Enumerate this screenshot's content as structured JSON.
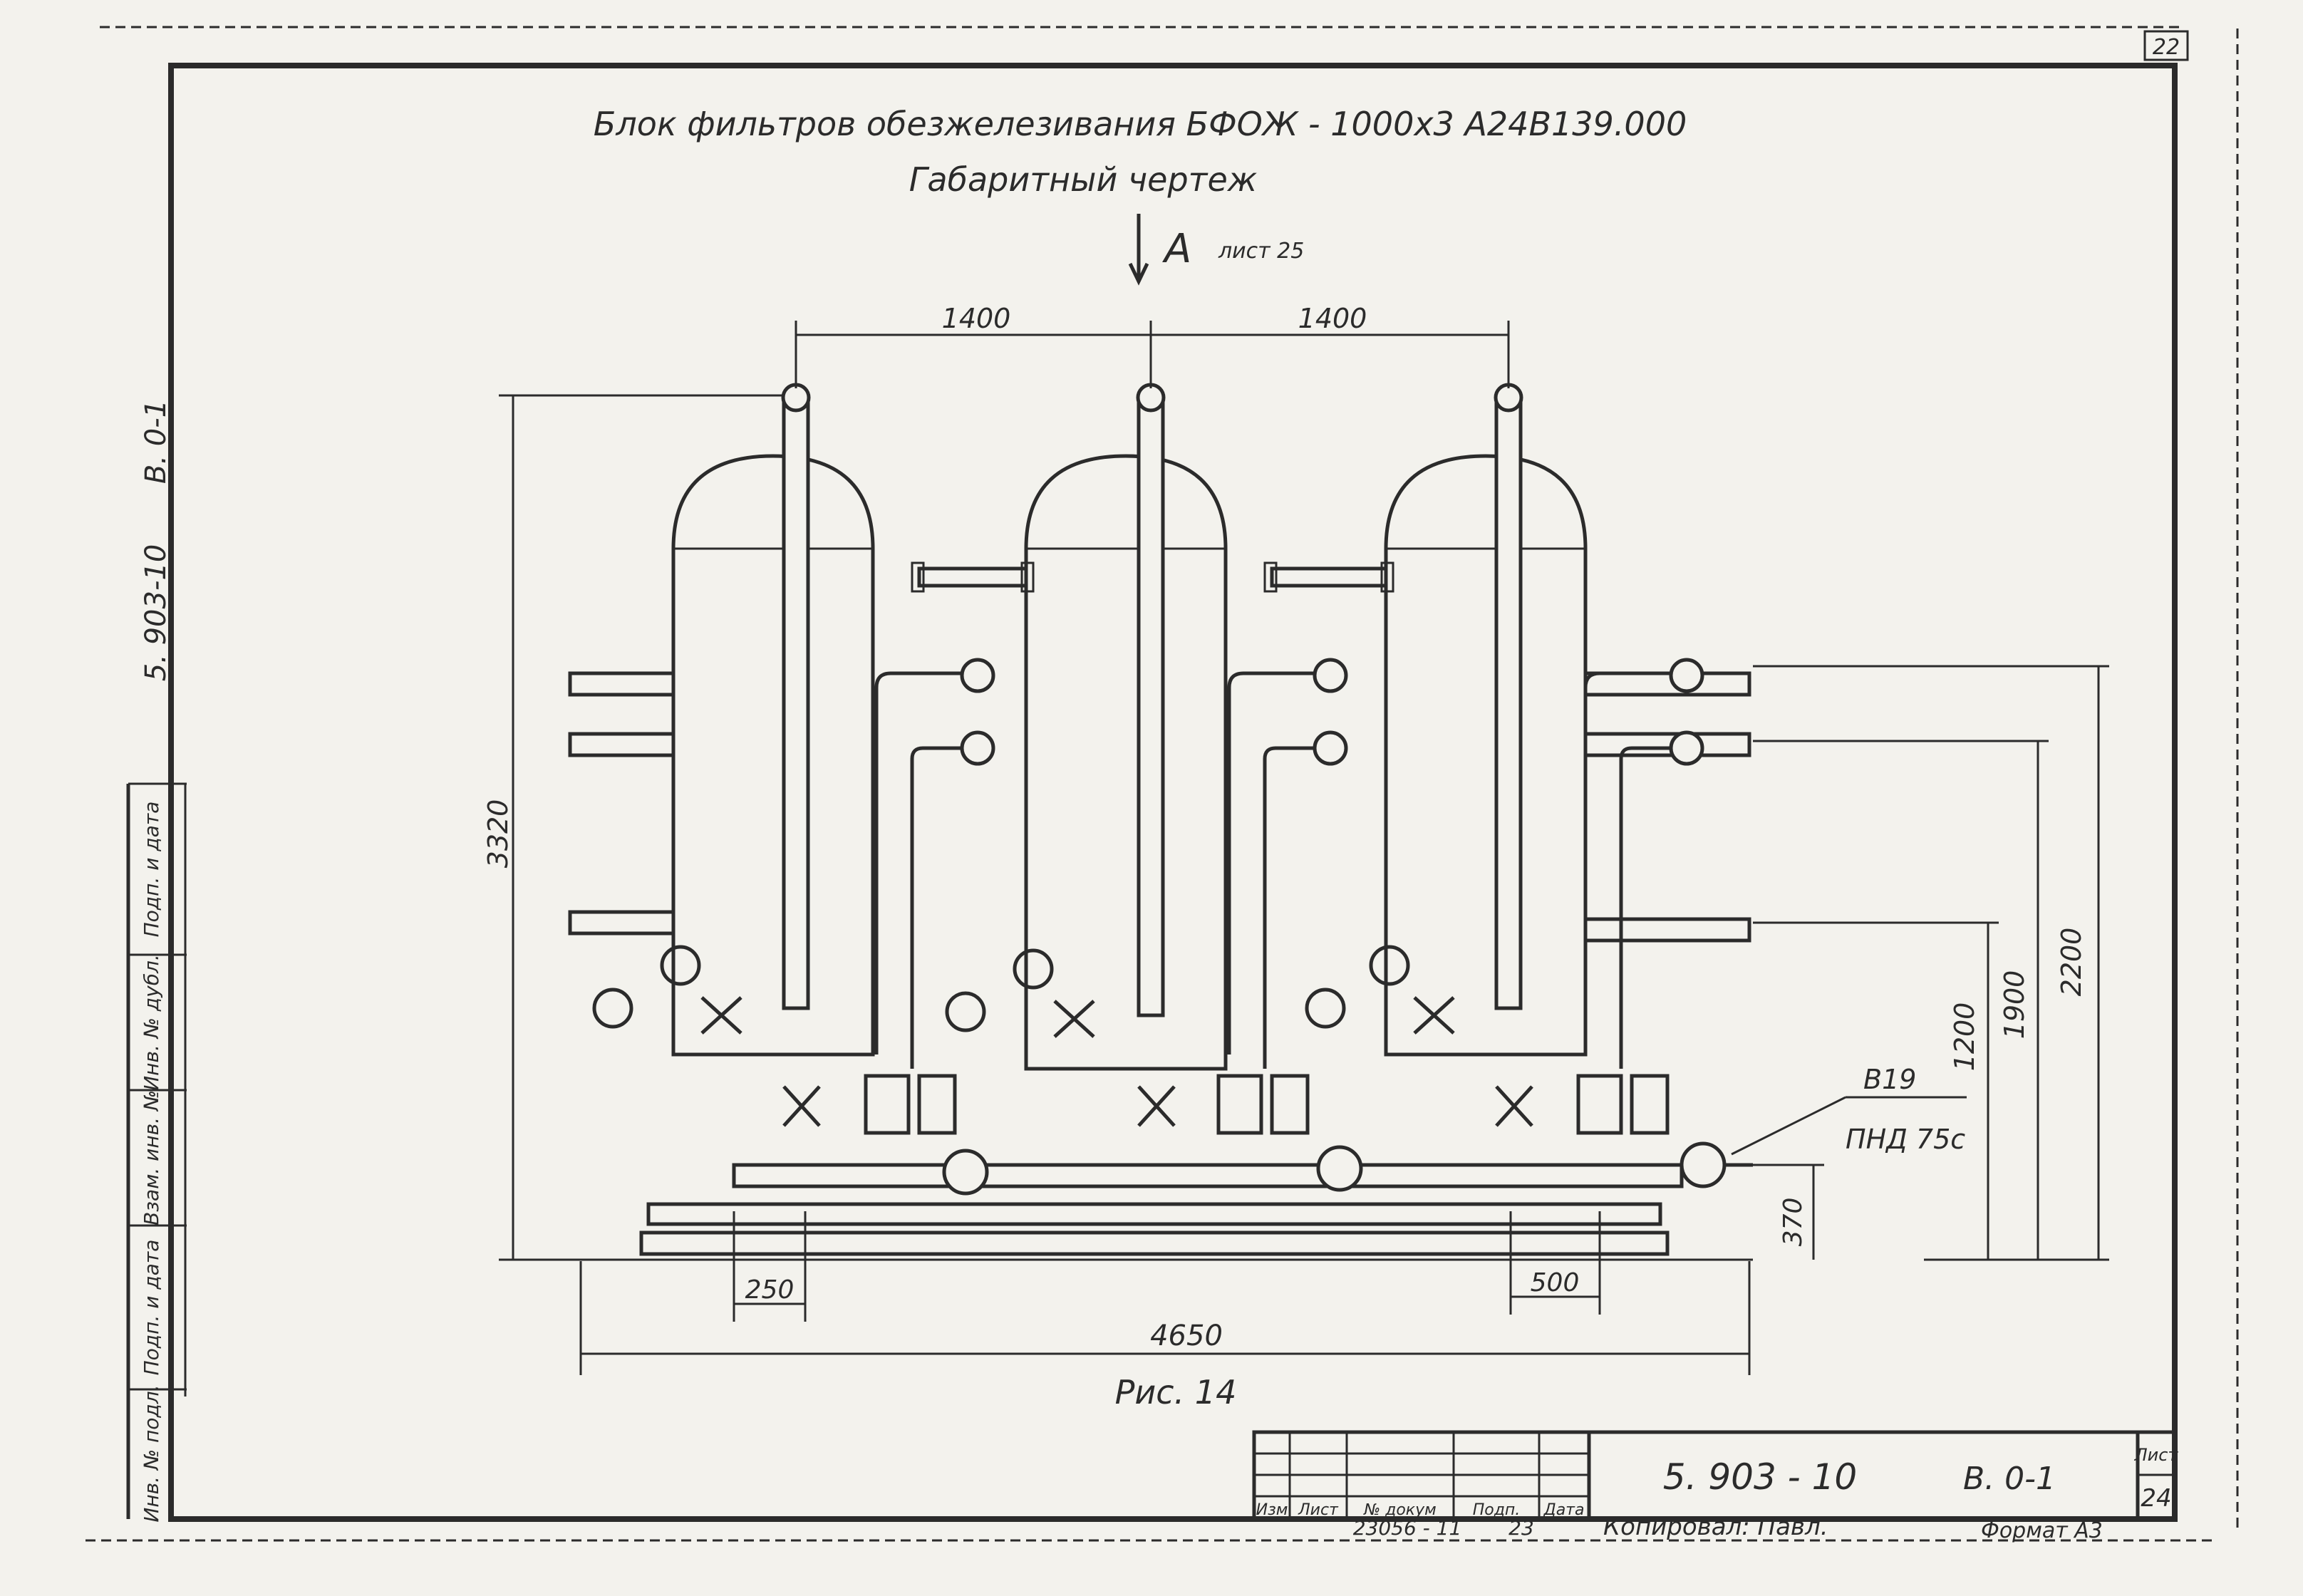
{
  "sheet_number_corner": "22",
  "title": {
    "line1": "Блок фильтров обезжелезивания БФОЖ - 1000x3  А24В139.000",
    "line2": "Габаритный чертеж"
  },
  "view_marker": {
    "letter": "А",
    "ref": "лист 25"
  },
  "dimensions": {
    "top_left": "1400",
    "top_right": "1400",
    "height_total": "3320",
    "right_2200": "2200",
    "right_1900": "1900",
    "right_1200": "1200",
    "base_370": "370",
    "bottom_250": "250",
    "bottom_500": "500",
    "bottom_total": "4650"
  },
  "callout": {
    "code": "В19",
    "label": "ПНД 75с"
  },
  "caption": "Рис. 14",
  "side_stamp": {
    "designation": "5. 903-10",
    "issue": "В. 0-1",
    "cells": [
      "Подп. и дата",
      "Инв. № дубл.",
      "Взам. инв. №",
      "Подп. и дата",
      "Инв. № подл."
    ]
  },
  "title_block": {
    "headers": [
      "Изм",
      "Лист",
      "№ докум",
      "Подп.",
      "Дата"
    ],
    "designation": "5. 903 - 10",
    "issue": "В. 0-1",
    "sheet_label": "Лист",
    "sheet_number": "24"
  },
  "footer": {
    "order_no": "23056 - 11",
    "copy_no": "23",
    "copied_by": "Копировал: Павл.",
    "format": "Формат А3"
  }
}
